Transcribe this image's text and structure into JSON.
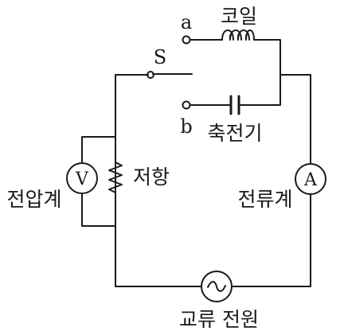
{
  "labels": {
    "coil": "코일",
    "capacitor": "축전기",
    "resistor": "저항",
    "voltmeter": "전압계",
    "ammeter": "전류계",
    "ac_source": "교류 전원"
  },
  "terminals": {
    "a": "a",
    "b": "b",
    "switch": "S"
  },
  "meters": {
    "voltmeter_symbol": "V",
    "ammeter_symbol": "A"
  }
}
